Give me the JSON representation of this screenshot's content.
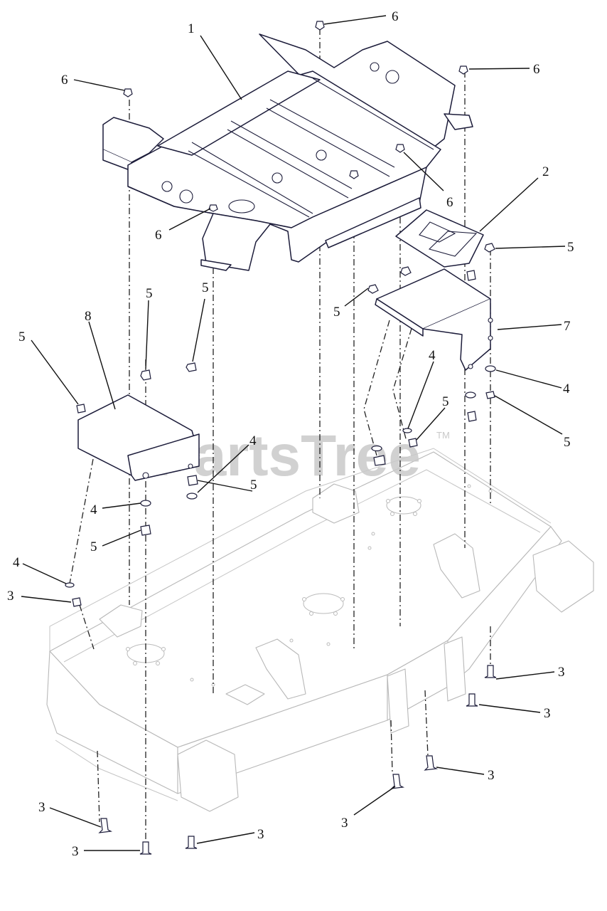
{
  "watermark": {
    "text": "PartsTree",
    "trademark": "TM"
  },
  "callouts": [
    {
      "id": "c1",
      "label": "1"
    },
    {
      "id": "c2",
      "label": "2"
    },
    {
      "id": "c6a",
      "label": "6"
    },
    {
      "id": "c6b",
      "label": "6"
    },
    {
      "id": "c6c",
      "label": "6"
    },
    {
      "id": "c6d",
      "label": "6"
    },
    {
      "id": "c6e",
      "label": "6"
    },
    {
      "id": "c5a",
      "label": "5"
    },
    {
      "id": "c5b",
      "label": "5"
    },
    {
      "id": "c5c",
      "label": "5"
    },
    {
      "id": "c5d",
      "label": "5"
    },
    {
      "id": "c5e",
      "label": "5"
    },
    {
      "id": "c5f",
      "label": "5"
    },
    {
      "id": "c5g",
      "label": "5"
    },
    {
      "id": "c5h",
      "label": "5"
    },
    {
      "id": "c5i",
      "label": "5"
    },
    {
      "id": "c8",
      "label": "8"
    },
    {
      "id": "c7",
      "label": "7"
    },
    {
      "id": "c4a",
      "label": "4"
    },
    {
      "id": "c4b",
      "label": "4"
    },
    {
      "id": "c4c",
      "label": "4"
    },
    {
      "id": "c4d",
      "label": "4"
    },
    {
      "id": "c4e",
      "label": "4"
    },
    {
      "id": "c3a",
      "label": "3"
    },
    {
      "id": "c3b",
      "label": "3"
    },
    {
      "id": "c3c",
      "label": "3"
    },
    {
      "id": "c3d",
      "label": "3"
    },
    {
      "id": "c3e",
      "label": "3"
    },
    {
      "id": "c3f",
      "label": "3"
    },
    {
      "id": "c3g",
      "label": "3"
    }
  ]
}
